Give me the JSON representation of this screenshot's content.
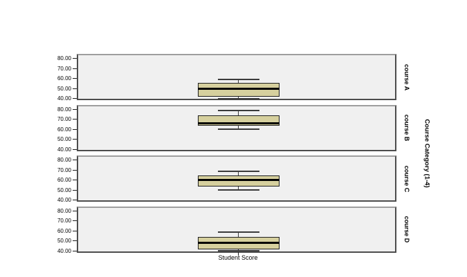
{
  "chart_data": {
    "type": "boxplot",
    "orientation": "vertical",
    "title": "",
    "xlabel": "Student Score",
    "panel_label": "Course Category (1-4)",
    "x_categories": [
      "Student Score"
    ],
    "grid": false,
    "legend": null,
    "value_axis": {
      "tick_labels": [
        "80.00",
        "70.00",
        "60.00",
        "50.00",
        "40.00"
      ],
      "tick_values": [
        80,
        70,
        60,
        50,
        40
      ],
      "range": [
        38.6,
        84.8
      ]
    },
    "panels": [
      {
        "label": "course A",
        "whisker_low": 40,
        "q1": 42,
        "median": 50,
        "q3": 56,
        "whisker_high": 59
      },
      {
        "label": "course B",
        "whisker_low": 60,
        "q1": 64,
        "median": 66,
        "q3": 74,
        "whisker_high": 79
      },
      {
        "label": "course C",
        "whisker_low": 50,
        "q1": 54,
        "median": 60,
        "q3": 65,
        "whisker_high": 69
      },
      {
        "label": "course D",
        "whisker_low": 40,
        "q1": 42,
        "median": 48,
        "q3": 54,
        "whisker_high": 59
      }
    ],
    "colors": {
      "box_fill": "#d6d09e",
      "box_border": "#1f1f1f",
      "median": "#000000",
      "whisker": "#3a3a3a",
      "panel_bg": "#f0f0f0",
      "panel_border": "#4c4c4c",
      "background": "#ffffff",
      "text": "#000000"
    }
  }
}
